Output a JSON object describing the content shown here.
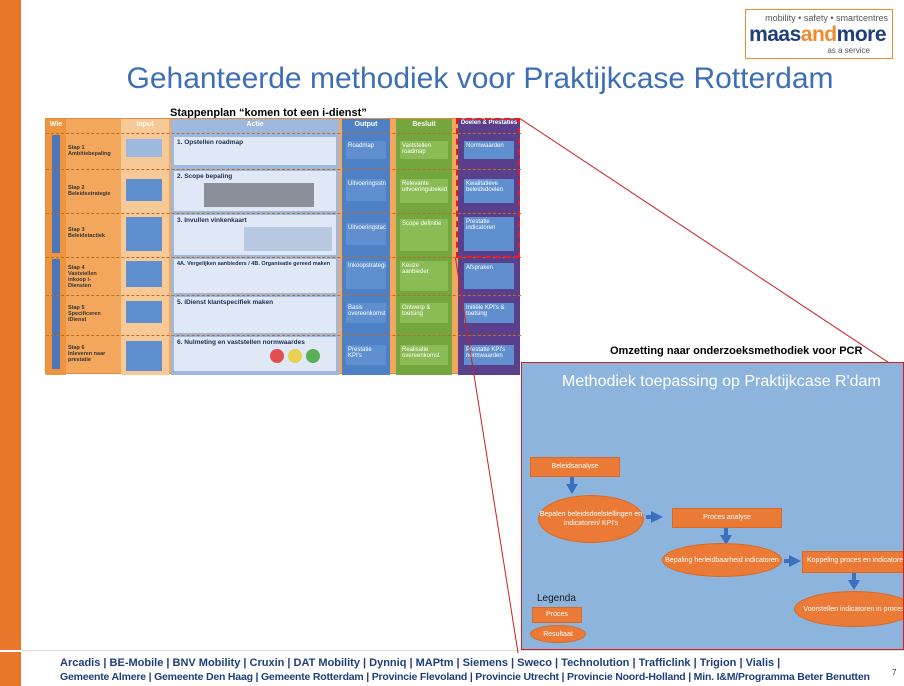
{
  "logo": {
    "tagline": "mobility • safety • smartcentres",
    "brand_maas": "maas",
    "brand_and": "and",
    "brand_more": "more",
    "service": "as a service"
  },
  "slide": {
    "title": "Gehanteerde methodiek voor Praktijkcase Rotterdam",
    "page_number": "7"
  },
  "process_chart": {
    "heading": "Stappenplan “komen tot een i-dienst”",
    "columns": [
      "Wie",
      "Input",
      "Actie",
      "Output",
      "Besluit",
      "Doelen & Prestaties"
    ],
    "steps": [
      {
        "label": "Stap 1 Ambitiebepaling",
        "action": "1. Opstellen roadmap",
        "output": "Roadmap",
        "besluit": "Vaststellen roadmap",
        "doel": "Normwaarden"
      },
      {
        "label": "Stap 2 Beleidsstrategie",
        "action": "2. Scope bepaling",
        "output": "Uitvoeringsstrategie",
        "besluit": "Relevante uitvoeringsbeleid",
        "doel": "Kwalitatieve beleidsdoelen"
      },
      {
        "label": "Stap 3 Beleidstactiek",
        "action": "3. Invullen vinkenkaart",
        "output": "Uitvoeringstactiek",
        "besluit": "Scope definitie",
        "doel": "Prestatie indicatoren"
      },
      {
        "label": "Stap 4 Vaststellen inkoop i-Diensten",
        "action": "4A. Vergelijken aanbieders / 4B. Organisatie gereed maken",
        "output": "Inkoopstrategie",
        "besluit": "Keuze aanbieder",
        "doel": "Afspraken"
      },
      {
        "label": "Stap 5 Specificeren iDienst",
        "action": "5. iDienst klantspecifiek maken",
        "output": "Basis overeenkomst",
        "besluit": "Ontwerp & toetsing",
        "doel": "Initiële KPI's & toetsing"
      },
      {
        "label": "Stap 6 Inleveren naar prestatie",
        "action": "6. Nulmeting en vaststellen normwaardes",
        "output": "Prestatie KPI's",
        "besluit": "Realisatie overeenkomst",
        "doel": "Prestatie KPI's normwaarden"
      }
    ]
  },
  "method": {
    "heading": "Omzetting naar onderzoeksmethodiek voor PCR",
    "panel_title": "Methodiek toepassing op Praktijkcase R'dam",
    "nodes": {
      "beleidsanalyse": "Beleidsanalyse",
      "bepalen": "Bepalen beleidsdoelstellingen en indicatoren/ KPI's",
      "proces_analyse": "Proces analyse",
      "bepaling": "Bepaling herleidbaarheid indicatoren",
      "koppeling": "Koppeling proces en indicatoren",
      "voorstellen": "Voorstellen indicatoren in proces"
    },
    "legend": {
      "title": "Legenda",
      "proces": "Proces",
      "resultaat": "Resultaat"
    }
  },
  "footer": {
    "line1": "Arcadis | BE-Mobile | BNV Mobility | Cruxin | DAT Mobility | Dynniq | MAPtm | Siemens | Sweco | Technolution | Trafficlink | Trigion | Vialis |",
    "line2": "Gemeente Almere | Gemeente Den Haag | Gemeente Rotterdam | Provincie Flevoland | Provincie Utrecht | Provincie Noord-Holland | Min. I&M/Programma Beter Benutten"
  },
  "colors": {
    "accent_orange": "#e8772b",
    "title_blue": "#3d6fb6",
    "panel_blue": "#8db4dc",
    "highlight_red": "#e02020"
  }
}
